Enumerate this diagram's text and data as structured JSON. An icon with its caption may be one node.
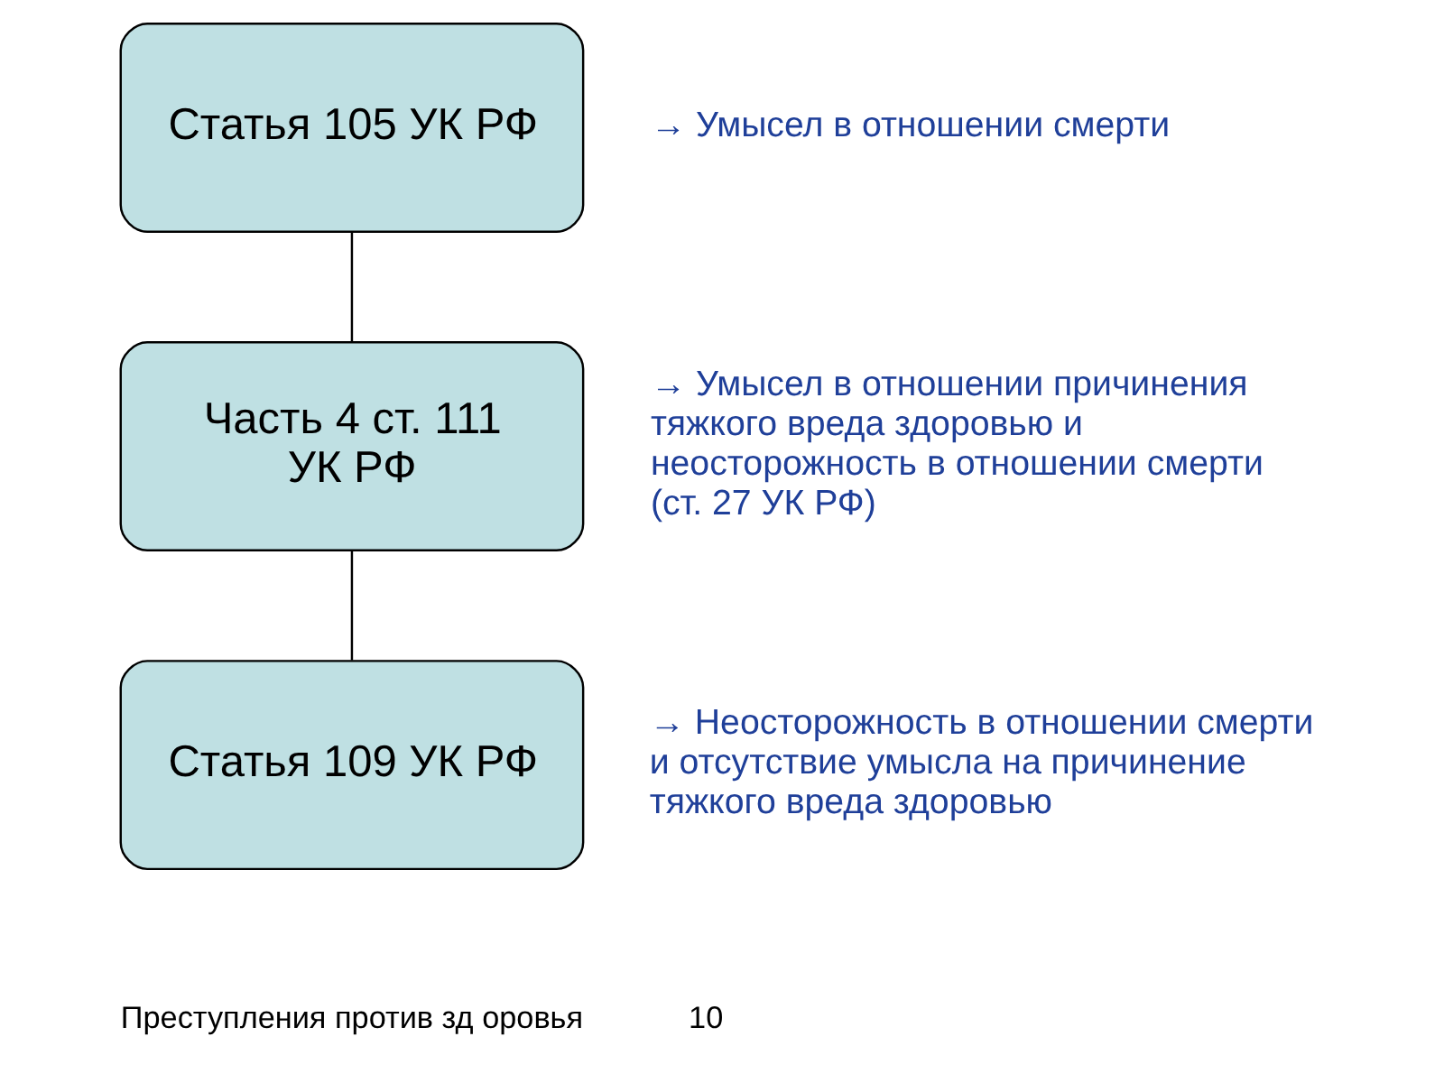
{
  "diagram": {
    "nodes": [
      {
        "text": [
          "Статья 105 УК РФ"
        ],
        "beside": [
          "→ Умысел в отношении смерти"
        ]
      },
      {
        "text": [
          "Часть 4 ст. 111 УК РФ"
        ],
        "beside": [
          "→ Умысел в отношении причинения тяжкого вреда здоровью и неосторожность в отношении смерти (ст. 27 УК РФ)"
        ]
      },
      {
        "text": [
          "Статья 109 УК РФ"
        ],
        "beside": [
          "→ Неосторожность в отношении смерти и отсутствие умысла на причинение тяжкого вреда здоровью"
        ]
      }
    ],
    "edges": [
      {
        "from": 0,
        "to": 1,
        "arrow": "none"
      },
      {
        "from": 1,
        "to": 2,
        "arrow": "none"
      }
    ],
    "labels": [
      "Преступления против зд оровья",
      "10"
    ]
  }
}
